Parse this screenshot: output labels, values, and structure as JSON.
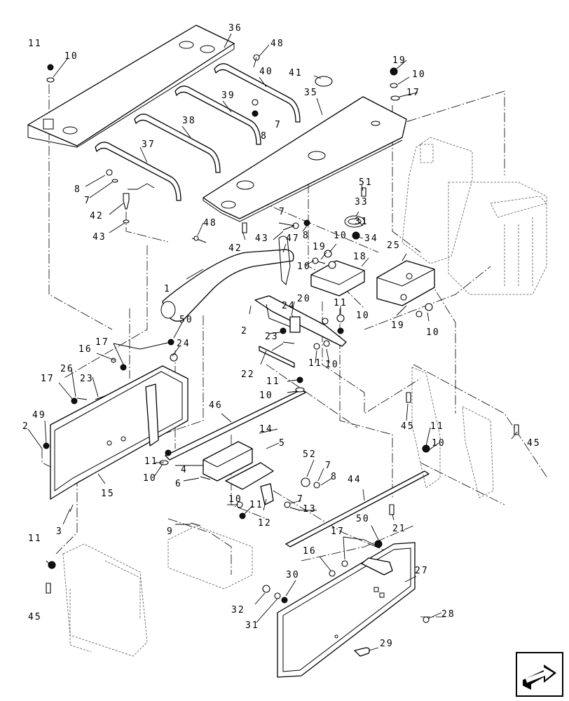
{
  "callouts": [
    {
      "id": "c1",
      "text": "1"
    },
    {
      "id": "c2a",
      "text": "2"
    },
    {
      "id": "c2b",
      "text": "2"
    },
    {
      "id": "c3",
      "text": "3"
    },
    {
      "id": "c4",
      "text": "4"
    },
    {
      "id": "c5",
      "text": "5"
    },
    {
      "id": "c6",
      "text": "6"
    },
    {
      "id": "c7a",
      "text": "7"
    },
    {
      "id": "c7b",
      "text": "7"
    },
    {
      "id": "c7c",
      "text": "7"
    },
    {
      "id": "c7d",
      "text": "7"
    },
    {
      "id": "c7e",
      "text": "7"
    },
    {
      "id": "c8a",
      "text": "8"
    },
    {
      "id": "c8b",
      "text": "8"
    },
    {
      "id": "c8c",
      "text": "8"
    },
    {
      "id": "c8d",
      "text": "8"
    },
    {
      "id": "c9",
      "text": "9"
    },
    {
      "id": "c10a",
      "text": "10"
    },
    {
      "id": "c10b",
      "text": "10"
    },
    {
      "id": "c10c",
      "text": "10"
    },
    {
      "id": "c10d",
      "text": "10"
    },
    {
      "id": "c10e",
      "text": "10"
    },
    {
      "id": "c10f",
      "text": "10"
    },
    {
      "id": "c10g",
      "text": "10"
    },
    {
      "id": "c10h",
      "text": "10"
    },
    {
      "id": "c10i",
      "text": "10"
    },
    {
      "id": "c10j",
      "text": "10"
    },
    {
      "id": "c10k",
      "text": "10"
    },
    {
      "id": "c11a",
      "text": "11"
    },
    {
      "id": "c11b",
      "text": "11"
    },
    {
      "id": "c11c",
      "text": "11"
    },
    {
      "id": "c11d",
      "text": "11"
    },
    {
      "id": "c11e",
      "text": "11"
    },
    {
      "id": "c11f",
      "text": "11"
    },
    {
      "id": "c11g",
      "text": "11"
    },
    {
      "id": "c11h",
      "text": "11"
    },
    {
      "id": "c12",
      "text": "12"
    },
    {
      "id": "c13",
      "text": "13"
    },
    {
      "id": "c14",
      "text": "14"
    },
    {
      "id": "c15",
      "text": "15"
    },
    {
      "id": "c16a",
      "text": "16"
    },
    {
      "id": "c16b",
      "text": "16"
    },
    {
      "id": "c17a",
      "text": "17"
    },
    {
      "id": "c17b",
      "text": "17"
    },
    {
      "id": "c17c",
      "text": "17"
    },
    {
      "id": "c17d",
      "text": "17"
    },
    {
      "id": "c18",
      "text": "18"
    },
    {
      "id": "c19a",
      "text": "19"
    },
    {
      "id": "c19b",
      "text": "19"
    },
    {
      "id": "c19c",
      "text": "19"
    },
    {
      "id": "c20",
      "text": "20"
    },
    {
      "id": "c21",
      "text": "21"
    },
    {
      "id": "c22",
      "text": "22"
    },
    {
      "id": "c23a",
      "text": "23"
    },
    {
      "id": "c23b",
      "text": "23"
    },
    {
      "id": "c24a",
      "text": "24"
    },
    {
      "id": "c24b",
      "text": "24"
    },
    {
      "id": "c25",
      "text": "25"
    },
    {
      "id": "c26",
      "text": "26"
    },
    {
      "id": "c27",
      "text": "27"
    },
    {
      "id": "c28",
      "text": "28"
    },
    {
      "id": "c29",
      "text": "29"
    },
    {
      "id": "c30",
      "text": "30"
    },
    {
      "id": "c31a",
      "text": "31"
    },
    {
      "id": "c31b",
      "text": "31"
    },
    {
      "id": "c32",
      "text": "32"
    },
    {
      "id": "c33",
      "text": "33"
    },
    {
      "id": "c34",
      "text": "34"
    },
    {
      "id": "c35",
      "text": "35"
    },
    {
      "id": "c36",
      "text": "36"
    },
    {
      "id": "c37",
      "text": "37"
    },
    {
      "id": "c38",
      "text": "38"
    },
    {
      "id": "c39",
      "text": "39"
    },
    {
      "id": "c40",
      "text": "40"
    },
    {
      "id": "c41",
      "text": "41"
    },
    {
      "id": "c42a",
      "text": "42"
    },
    {
      "id": "c42b",
      "text": "42"
    },
    {
      "id": "c43a",
      "text": "43"
    },
    {
      "id": "c43b",
      "text": "43"
    },
    {
      "id": "c44",
      "text": "44"
    },
    {
      "id": "c45a",
      "text": "45"
    },
    {
      "id": "c45b",
      "text": "45"
    },
    {
      "id": "c45c",
      "text": "45"
    },
    {
      "id": "c46",
      "text": "46"
    },
    {
      "id": "c47",
      "text": "47"
    },
    {
      "id": "c48a",
      "text": "48"
    },
    {
      "id": "c48b",
      "text": "48"
    },
    {
      "id": "c49",
      "text": "49"
    },
    {
      "id": "c50a",
      "text": "50"
    },
    {
      "id": "c50b",
      "text": "50"
    },
    {
      "id": "c51",
      "text": "51"
    },
    {
      "id": "c52",
      "text": "52"
    }
  ],
  "nav": {
    "icon": "next-page-arrow-icon"
  }
}
